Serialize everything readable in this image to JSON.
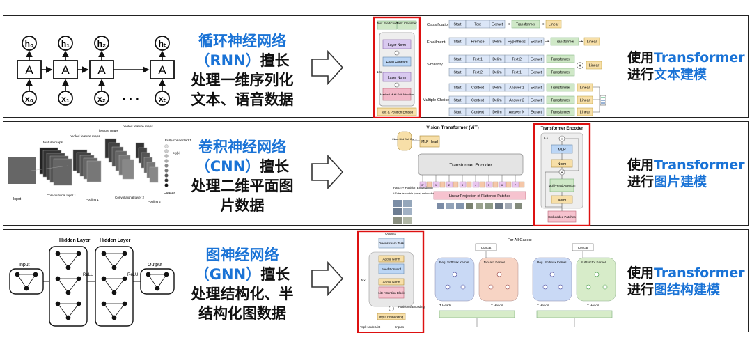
{
  "rows": [
    {
      "title": "循环神经网络",
      "abbr": "（RNN）",
      "verb": "擅长",
      "line2": "处理一维序列化",
      "line3": "文本、语音数据",
      "right_prefix": "使用",
      "right_model": "Transformer",
      "right_line2_prefix": "进行",
      "right_line2_hl": "文本建模"
    },
    {
      "title": "卷积神经网络",
      "abbr": "（CNN）",
      "verb": "擅长",
      "line2": "处理二维平面图",
      "line3": "片数据",
      "right_prefix": "使用",
      "right_model": "Transformer",
      "right_line2_prefix": "进行",
      "right_line2_hl": "图片建模"
    },
    {
      "title": "图神经网络",
      "abbr": "（GNN）",
      "verb": "擅长",
      "line2": "处理结构化、半",
      "line3": "结构化图数据",
      "right_prefix": "使用",
      "right_model": "Transformer",
      "right_line2_prefix": "进行",
      "right_line2_hl": "图结构建模"
    }
  ],
  "rnn": {
    "h_labels": [
      "h₀",
      "h₁",
      "h₂",
      "hₜ"
    ],
    "x_labels": [
      "x₀",
      "x₁",
      "x₂",
      "xₜ"
    ],
    "cell": "A",
    "dots": "· · ·"
  },
  "gpt": {
    "stack": [
      "Text Prediction",
      "Task Classifier",
      "Layer Norm",
      "Feed Forward",
      "Layer Norm",
      "Masked Multi Self Attention",
      "Text & Position Embed"
    ],
    "nx": "12x",
    "tasks": [
      "Classification",
      "Entailment",
      "Similarity",
      "Multiple Choice"
    ],
    "cls": [
      "Start",
      "Text",
      "Extract"
    ],
    "ent": [
      "Start",
      "Premise",
      "Delim",
      "Hypothesis",
      "Extract"
    ],
    "sim1": [
      "Start",
      "Text 1",
      "Delim",
      "Text 2",
      "Extract"
    ],
    "sim2": [
      "Start",
      "Text 2",
      "Delim",
      "Text 1",
      "Extract"
    ],
    "mc1": [
      "Start",
      "Context",
      "Delim",
      "Answer 1",
      "Extract"
    ],
    "mc2": [
      "Start",
      "Context",
      "Delim",
      "Answer 2",
      "Extract"
    ],
    "mcn": [
      "Start",
      "Context",
      "Delim",
      "Answer N",
      "Extract"
    ],
    "transformer": "Transformer",
    "linear": "Linear"
  },
  "cnn": {
    "input": "Input",
    "fm": "feature maps",
    "pfm": "pooled feature maps",
    "fc": "Fully-connected 1",
    "conv1": "Convolutional layer 1",
    "pool1": "Pooling 1",
    "conv2": "Convolutional layer 2",
    "pool2": "Pooling 2",
    "outputs": "Outputs",
    "py": "p(y|x)"
  },
  "vit": {
    "title": "Vision Transformer (ViT)",
    "cls": "Class Bird Ball Car ...",
    "mlp_head": "MLP Head",
    "encoder": "Transformer Encoder",
    "patch_embed": "Patch + Position Embedding",
    "extra": "* Extra learnable [class] embedding",
    "lin_proj": "Linear Projection of Flattened Patches",
    "enc_title": "Transformer Encoder",
    "lx": "L x",
    "mlp": "MLP",
    "norm": "Norm",
    "mha": "Multi-Head Attention",
    "embedded": "Embedded Patches",
    "tokens": [
      "0*",
      "1",
      "2",
      "3",
      "4",
      "5",
      "6",
      "7",
      "8",
      "9"
    ]
  },
  "gnn": {
    "input": "Input",
    "hidden1": "Hidden Layer",
    "hidden2": "Hidden Layer",
    "output": "Output",
    "relu": "ReLU"
  },
  "graphormer": {
    "outputs": "Outputs",
    "downstream": "Downstream Task",
    "add_norm": "Add & Norm",
    "ff": "Feed Forward",
    "attn": "Lite Attention Block",
    "pos": "Positional Encoding",
    "input_emb": "Input Embedding",
    "nx": "Nx",
    "topk": "Topk Node List",
    "inputs": "Inputs",
    "all_cases": "For All Cases:",
    "concat": "Concat",
    "reg": "Reg. Softmax Kernel",
    "jaccard": "Jaccard Kernel",
    "subtract": "Subtractor Kernel",
    "heads": "T Heads"
  }
}
